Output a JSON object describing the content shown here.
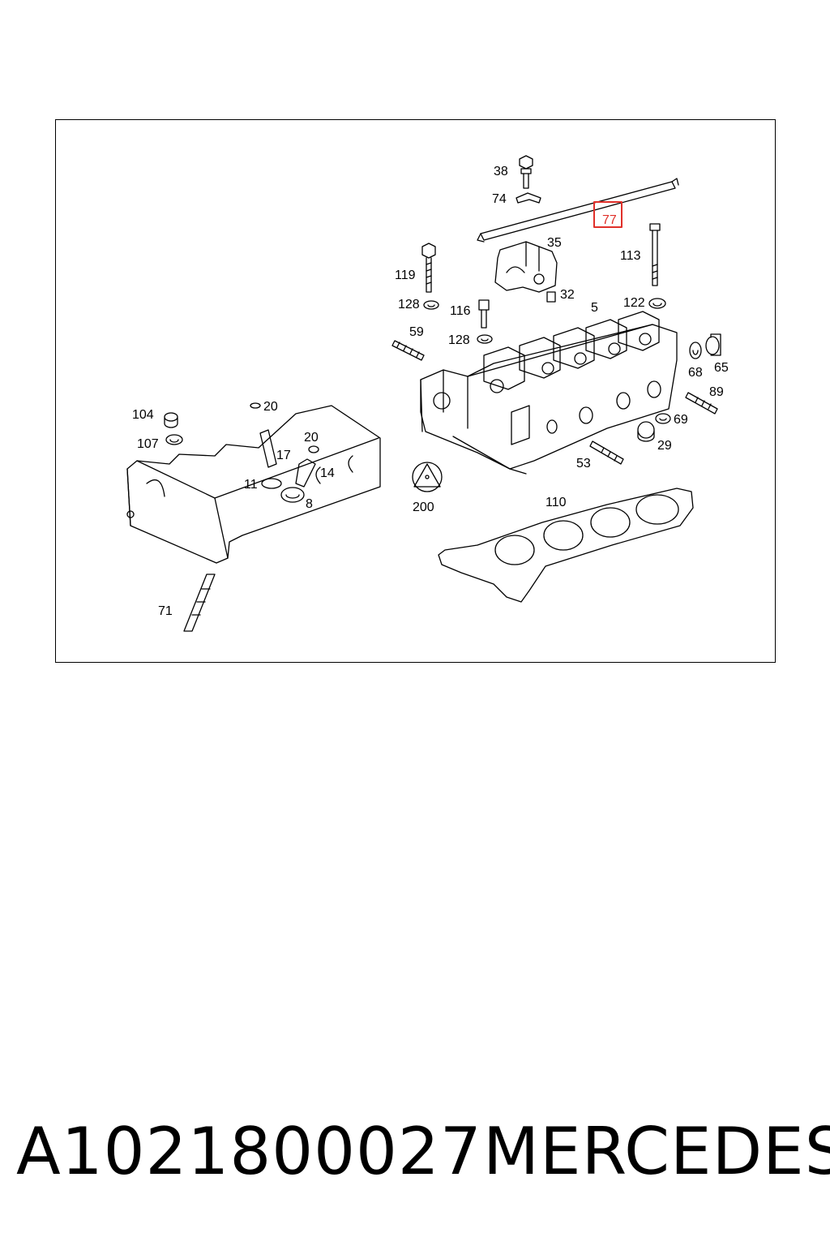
{
  "diagram": {
    "highlight_color": "#e0302a",
    "highlighted_callout": "77",
    "callouts": [
      "38",
      "74",
      "77",
      "35",
      "113",
      "119",
      "32",
      "128",
      "116",
      "122",
      "5",
      "59",
      "128",
      "68",
      "65",
      "104",
      "20",
      "89",
      "107",
      "20",
      "17",
      "14",
      "11",
      "8",
      "69",
      "29",
      "53",
      "200",
      "110",
      "71"
    ]
  },
  "footer": {
    "part_number": "A1021800027",
    "brand": "MERCEDES"
  }
}
